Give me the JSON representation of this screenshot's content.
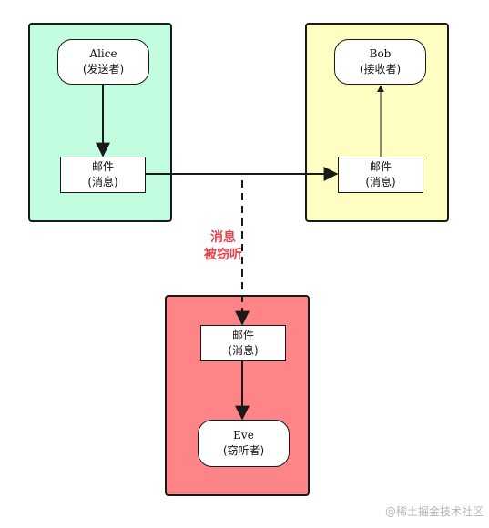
{
  "colors": {
    "sender_panel": "#c3fde0",
    "receiver_panel": "#fefec3",
    "eavesdropper_panel": "#fe8587",
    "note": "#e0474f"
  },
  "sender": {
    "name": "Alice",
    "role": "(发送者)",
    "message": {
      "line1": "邮件",
      "line2": "(消息)"
    }
  },
  "receiver": {
    "name": "Bob",
    "role": "(接收者)",
    "message": {
      "line1": "邮件",
      "line2": "(消息)"
    }
  },
  "eavesdropper": {
    "name": "Eve",
    "role": "(窃听者)",
    "message": {
      "line1": "邮件",
      "line2": "(消息)"
    }
  },
  "note": {
    "line1": "消息",
    "line2": "被窃听"
  },
  "watermark": "@稀土掘金技术社区"
}
